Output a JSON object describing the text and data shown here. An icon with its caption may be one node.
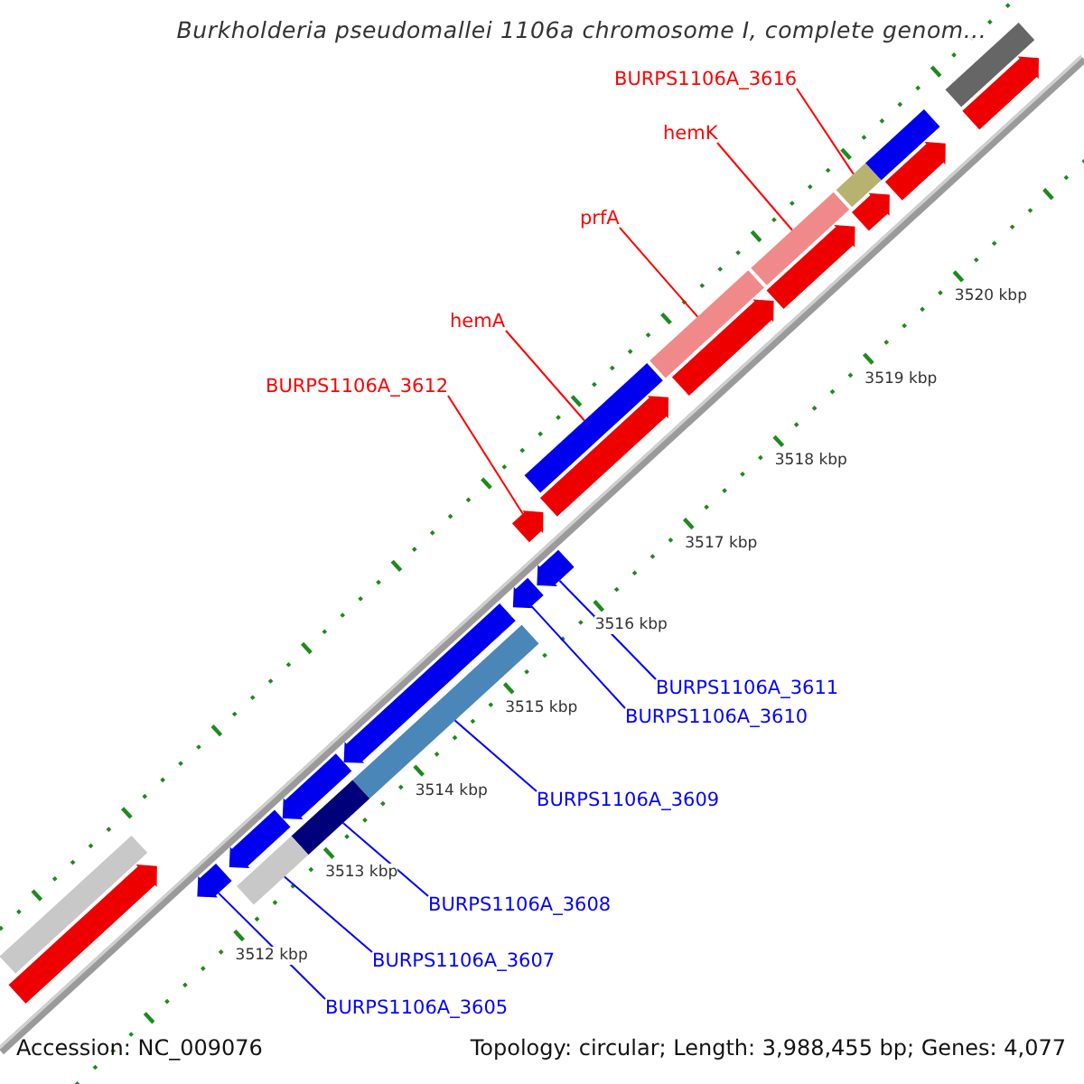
{
  "diagram": {
    "title": "Burkholderia pseudomallei 1106a chromosome I, complete genom...",
    "nodes": [
      {
        "text": [
          "BURPS1106A_3616"
        ]
      },
      {
        "text": [
          "hemK"
        ]
      },
      {
        "text": [
          "prfA"
        ]
      },
      {
        "text": [
          "hemA"
        ]
      },
      {
        "text": [
          "BURPS1106A_3612"
        ]
      },
      {
        "text": [
          "BURPS1106A_3611"
        ]
      },
      {
        "text": [
          "BURPS1106A_3610"
        ]
      },
      {
        "text": [
          "BURPS1106A_3609"
        ]
      },
      {
        "text": [
          "BURPS1106A_3608"
        ]
      },
      {
        "text": [
          "BURPS1106A_3607"
        ]
      },
      {
        "text": [
          "BURPS1106A_3605"
        ]
      },
      {
        "text": [],
        "shape": "bar"
      },
      {
        "text": [],
        "shape": "bar"
      },
      {
        "text": [],
        "shape": "bar"
      },
      {
        "text": [],
        "shape": "bar"
      },
      {
        "text": [],
        "shape": "arrow"
      },
      {
        "text": [],
        "shape": "arrow"
      },
      {
        "text": [],
        "shape": "arrow"
      },
      {
        "text": [],
        "shape": "bar"
      },
      {
        "text": [],
        "shape": "bar"
      },
      {
        "text": [],
        "shape": "bar"
      },
      {
        "text": [],
        "shape": "arrow"
      },
      {
        "text": [],
        "shape": "bar"
      },
      {
        "text": [],
        "shape": "arrow"
      },
      {
        "text": [],
        "shape": "bar"
      },
      {
        "text": [],
        "shape": "arrow"
      },
      {
        "text": [],
        "shape": "arrow"
      },
      {
        "text": [],
        "shape": "arrow"
      },
      {
        "text": [],
        "shape": "arrow"
      },
      {
        "text": [],
        "shape": "arrow"
      },
      {
        "text": [],
        "shape": "bar"
      },
      {
        "text": [],
        "shape": "arrow"
      },
      {
        "text": [],
        "shape": "arrow"
      },
      {
        "text": [],
        "shape": "arrow"
      },
      {
        "text": [],
        "shape": "arrow"
      }
    ],
    "edges": [
      {
        "from": 0,
        "to": 11,
        "arrow": "none",
        "color": "#ff0000"
      },
      {
        "from": 1,
        "to": 12,
        "arrow": "none",
        "color": "#ff0000"
      },
      {
        "from": 2,
        "to": 13,
        "arrow": "none",
        "color": "#ff0000"
      },
      {
        "from": 3,
        "to": 14,
        "arrow": "none",
        "color": "#ff0000"
      },
      {
        "from": 4,
        "to": 15,
        "arrow": "none",
        "color": "#ff0000"
      },
      {
        "from": 5,
        "to": 16,
        "arrow": "none"
      },
      {
        "from": 6,
        "to": 17,
        "arrow": "none"
      },
      {
        "from": 7,
        "to": 18,
        "arrow": "none"
      },
      {
        "from": 8,
        "to": 19,
        "arrow": "none"
      },
      {
        "from": 9,
        "to": 20,
        "arrow": "none"
      },
      {
        "from": 10,
        "to": 21,
        "arrow": "none"
      }
    ],
    "labels": [
      "3520 kbp",
      "3519 kbp",
      "3518 kbp",
      "3517 kbp",
      "3516 kbp",
      "3515 kbp",
      "3514 kbp",
      "3513 kbp",
      "3512 kbp",
      "Accession: NC_009076",
      "Topology: circular; Length: 3,988,455 bp; Genes: 4,077"
    ]
  }
}
